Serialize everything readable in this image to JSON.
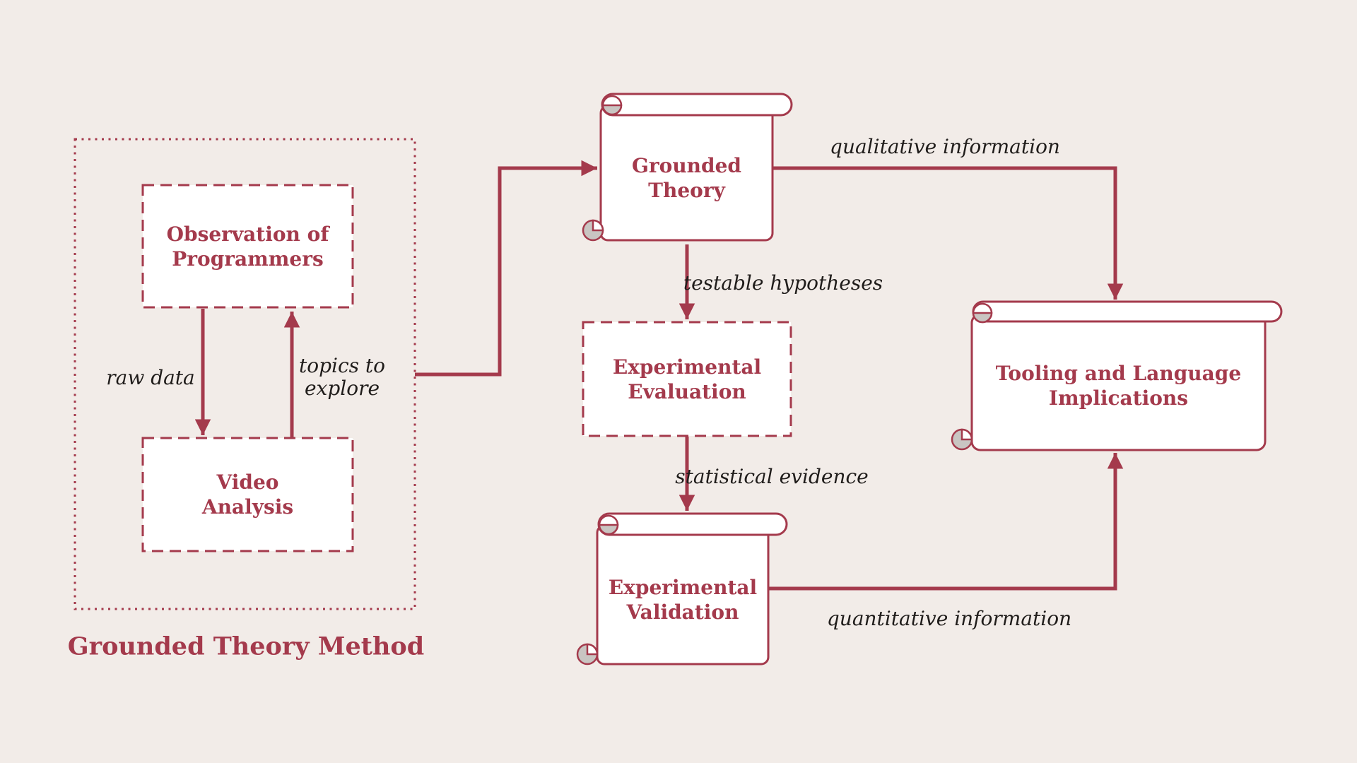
{
  "diagram": {
    "title": "Grounded Theory Method",
    "colors": {
      "background": "#f2ece8",
      "accent_red": "#a43a4c",
      "label_black": "#201d1b",
      "curl_gray": "#c9c5c2",
      "node_fill": "#ffffff"
    },
    "container": {
      "label": "Grounded Theory Method",
      "style": "dotted-frame"
    },
    "nodes": {
      "observation": {
        "label": "Observation of\nProgrammers",
        "shape": "dashed-box"
      },
      "video": {
        "label": "Video\nAnalysis",
        "shape": "dashed-box"
      },
      "grounded_theory": {
        "label": "Grounded\nTheory",
        "shape": "scroll"
      },
      "experimental_evaluation": {
        "label": "Experimental\nEvaluation",
        "shape": "dashed-box"
      },
      "experimental_validation": {
        "label": "Experimental\nValidation",
        "shape": "scroll"
      },
      "tooling": {
        "label": "Tooling and Language\nImplications",
        "shape": "scroll"
      }
    },
    "edges": {
      "raw_data": {
        "label": "raw data",
        "from": "observation",
        "to": "video"
      },
      "topics": {
        "label": "topics to\nexplore",
        "from": "video",
        "to": "observation"
      },
      "method_to_theory": {
        "label": "",
        "from": "grounded-theory-method",
        "to": "grounded_theory"
      },
      "qualitative": {
        "label": "qualitative information",
        "from": "grounded_theory",
        "to": "tooling"
      },
      "testable": {
        "label": "testable hypotheses",
        "from": "grounded_theory",
        "to": "experimental_evaluation"
      },
      "statistical": {
        "label": "statistical evidence",
        "from": "experimental_evaluation",
        "to": "experimental_validation"
      },
      "quantitative": {
        "label": "quantitative information",
        "from": "experimental_validation",
        "to": "tooling"
      }
    }
  }
}
